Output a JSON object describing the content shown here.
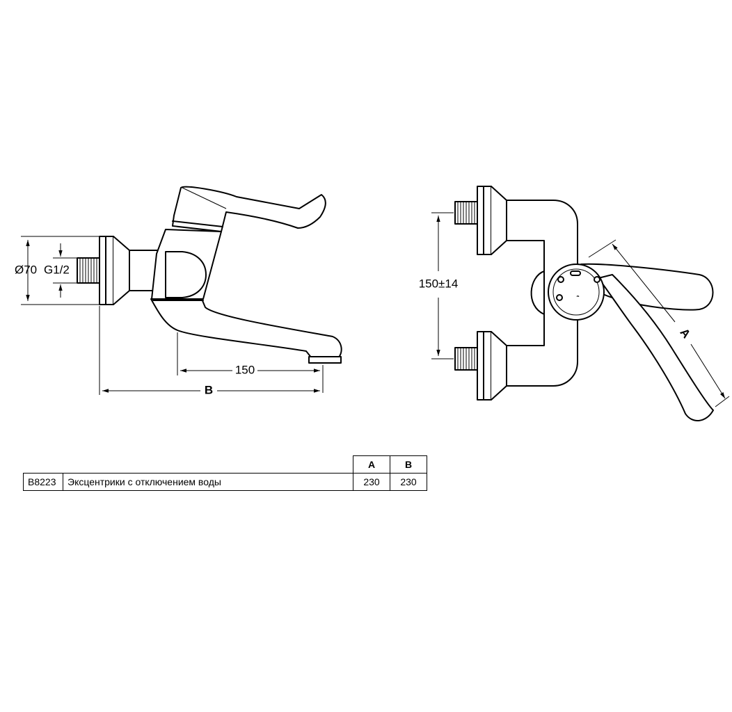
{
  "side_view": {
    "dims": {
      "diameter": "Ø70",
      "thread": "G1/2",
      "spout": "150",
      "length": "B"
    }
  },
  "front_view": {
    "dims": {
      "spacing": "150±14",
      "handle": "A"
    }
  },
  "table": {
    "headers": [
      "A",
      "B"
    ],
    "rows": [
      {
        "code": "B8223",
        "description": "Эксцентрики с отключением воды",
        "a": "230",
        "b": "230"
      }
    ]
  }
}
